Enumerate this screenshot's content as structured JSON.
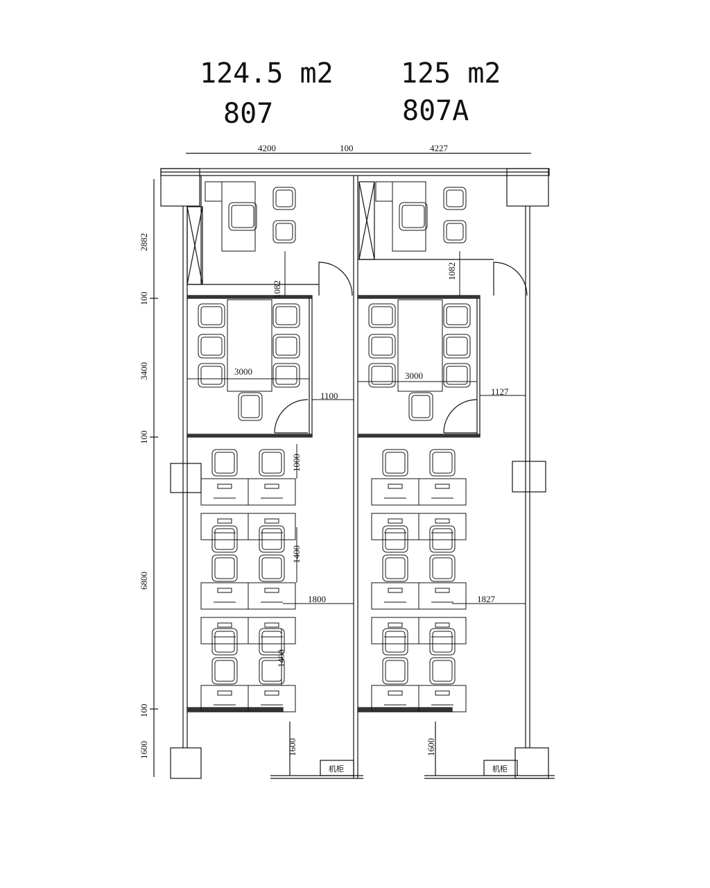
{
  "units": [
    {
      "area": "124.5 m2",
      "number": "807"
    },
    {
      "area": "125 m2",
      "number": "807A"
    }
  ],
  "dimensions": {
    "top": [
      "4200",
      "100",
      "4227"
    ],
    "left": [
      "2882",
      "100",
      "3400",
      "100",
      "6800",
      "100",
      "1600"
    ],
    "unit_a": {
      "door_gap": "1082",
      "table": "3000",
      "corridor": "1100",
      "clear_1": "1000",
      "row_1": "1400",
      "aisle": "1800",
      "row_2": "1400",
      "entry": "1600"
    },
    "unit_b": {
      "door_gap": "1082",
      "table": "3000",
      "corridor": "1127",
      "aisle": "1827",
      "entry": "1600"
    }
  },
  "cabinet_label": "机柜"
}
